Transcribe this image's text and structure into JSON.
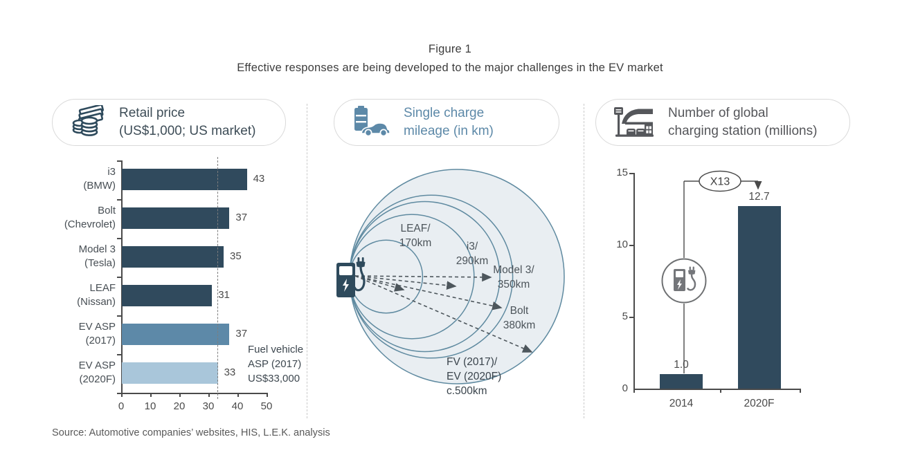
{
  "title": {
    "figure": "Figure 1",
    "subtitle": "Effective responses are being developed to the major challenges in the EV market"
  },
  "source": "Source: Automotive companies’ websites, HIS, L.E.K. analysis",
  "colors": {
    "dark_slate": "#304a5d",
    "steel_blue": "#5d89a8",
    "light_blue": "#a9c6da",
    "circle_fill": "#e9eef2",
    "circle_stroke": "#5f8aa0",
    "axis": "#4a4a4a",
    "arrow": "#4d565c",
    "pill_border": "#d9d9d9",
    "separator": "#c9c9c9",
    "reference_line": "#7d7d7d"
  },
  "panels": {
    "retail": {
      "header_line1": "Retail price",
      "header_line2": "(US$1,000; US market)",
      "icon": "money-stack-icon"
    },
    "mileage": {
      "header_line1": "Single charge",
      "header_line2": "mileage (in km)",
      "icon": "battery-car-icon"
    },
    "stations": {
      "header_line1": "Number of global",
      "header_line2": "charging station (millions)",
      "icon": "charging-station-icon"
    }
  },
  "chart_data": [
    {
      "id": "retail-price",
      "type": "bar",
      "orientation": "horizontal",
      "title": "Retail price (US$1,000; US market)",
      "categories": [
        [
          "i3",
          "(BMW)"
        ],
        [
          "Bolt",
          "(Chevrolet)"
        ],
        [
          "Model 3",
          "(Tesla)"
        ],
        [
          "LEAF",
          "(Nissan)"
        ],
        [
          "EV ASP",
          "(2017)"
        ],
        [
          "EV ASP",
          "(2020F)"
        ]
      ],
      "values": [
        43,
        37,
        35,
        31,
        37,
        33
      ],
      "bar_colors": [
        "dark_slate",
        "dark_slate",
        "dark_slate",
        "dark_slate",
        "steel_blue",
        "light_blue"
      ],
      "xticks": [
        0,
        10,
        20,
        30,
        40,
        50
      ],
      "xlim": [
        0,
        50
      ],
      "reference_line": {
        "value": 33,
        "label_lines": [
          "Fuel vehicle",
          "ASP (2017)",
          "US$33,000"
        ]
      }
    },
    {
      "id": "single-charge-mileage",
      "type": "concentric-circles",
      "title": "Single charge mileage (in km)",
      "unit": "km",
      "max_km": 500,
      "items": [
        {
          "name": "LEAF",
          "km": 170,
          "label_lines": [
            "LEAF/",
            "170km"
          ]
        },
        {
          "name": "i3",
          "km": 290,
          "label_lines": [
            "i3/",
            "290km"
          ]
        },
        {
          "name": "Model 3",
          "km": 350,
          "label_lines": [
            "Model 3/",
            "350km"
          ]
        },
        {
          "name": "Bolt",
          "km": 380,
          "label_lines": [
            "Bolt",
            "380km"
          ]
        },
        {
          "name": "FV (2017)/EV (2020F)",
          "km": 500,
          "approx": true,
          "label_lines": [
            "FV (2017)/",
            "EV (2020F)",
            "c.500km"
          ]
        }
      ]
    },
    {
      "id": "charging-stations",
      "type": "bar",
      "orientation": "vertical",
      "title": "Number of global charging station (millions)",
      "categories": [
        "2014",
        "2020F"
      ],
      "values": [
        1.0,
        12.7
      ],
      "value_labels": [
        "1.0",
        "12.7"
      ],
      "yticks": [
        0,
        5,
        10,
        15
      ],
      "ylim": [
        0,
        15
      ],
      "multiplier_badge": "X13"
    }
  ]
}
